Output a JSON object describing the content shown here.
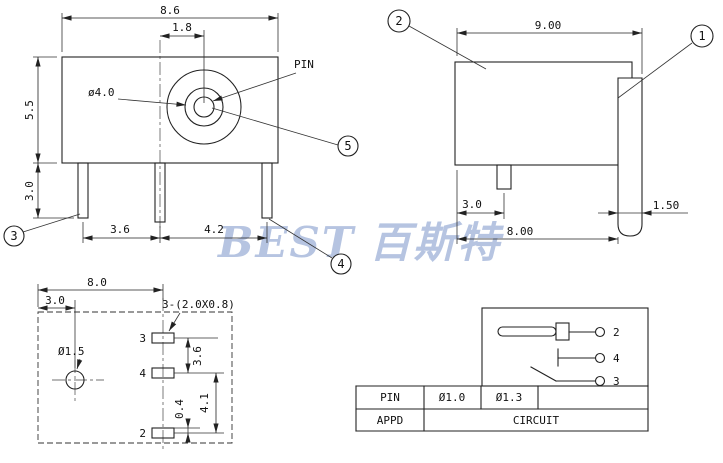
{
  "watermark": {
    "latin": "BEST",
    "cjk": "百斯特"
  },
  "front_view": {
    "dims": {
      "width": "8.6",
      "pin_offset": "1.8",
      "height": "5.5",
      "leg_length": "3.0",
      "pitch_left": "3.6",
      "pitch_right": "4.2"
    },
    "labels": {
      "barrel_diameter": "ø4.0",
      "pin": "PIN"
    },
    "callouts": {
      "c3": "3",
      "c4": "4",
      "c5": "5"
    }
  },
  "side_view": {
    "dims": {
      "width": "9.00",
      "leg_offset": "3.0",
      "body_length": "8.00",
      "pin_length": "1.50"
    },
    "callouts": {
      "c1": "1",
      "c2": "2"
    }
  },
  "pcb_view": {
    "dims": {
      "width": "8.0",
      "hole_offset": "3.0",
      "pad_pitch_a": "3.6",
      "pad_pitch_b": "4.1",
      "pad_half": "0.4"
    },
    "labels": {
      "hole_diameter": "Ø1.5",
      "pad_spec": "3-(2.0X0.8)"
    },
    "pins": {
      "p3": "3",
      "p4": "4",
      "p2": "2"
    }
  },
  "title_block": {
    "pin_label": "PIN",
    "dia_small": "Ø1.0",
    "dia_large": "Ø1.3",
    "appd_label": "APPD",
    "circuit_label": "CIRCUIT",
    "pins": {
      "p2": "2",
      "p4": "4",
      "p3": "3"
    }
  }
}
